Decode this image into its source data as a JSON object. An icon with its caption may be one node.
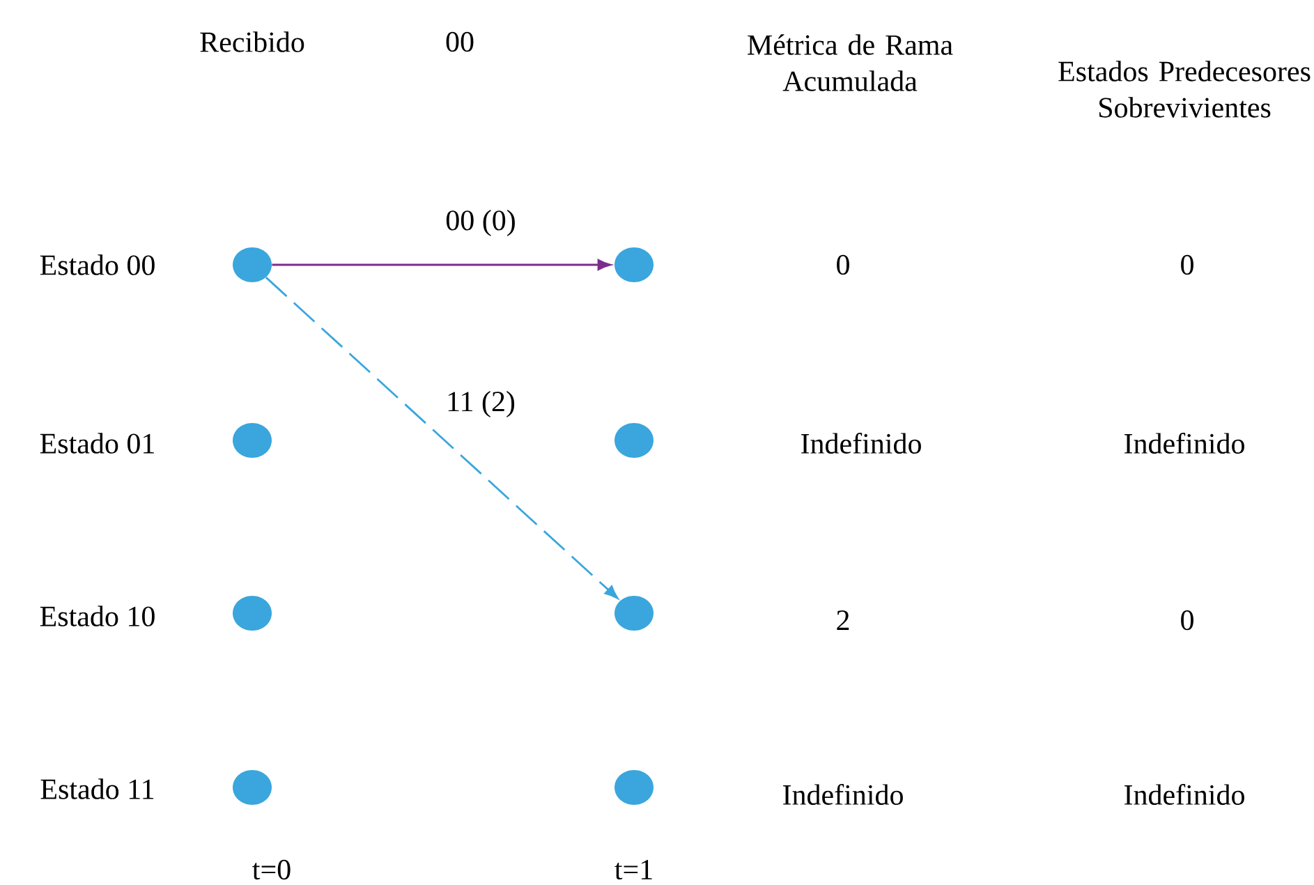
{
  "diagram": {
    "nodes": [
      {
        "text": [],
        "shape": "circle",
        "beside": [
          "Estado 00"
        ]
      },
      {
        "text": [],
        "shape": "circle",
        "beside": [
          "Estado 01"
        ]
      },
      {
        "text": [],
        "shape": "circle",
        "beside": [
          "Estado 10"
        ]
      },
      {
        "text": [],
        "shape": "circle",
        "beside": [
          "Estado 11"
        ]
      },
      {
        "text": [],
        "shape": "circle"
      },
      {
        "text": [],
        "shape": "circle"
      },
      {
        "text": [],
        "shape": "circle"
      },
      {
        "text": [],
        "shape": "circle"
      }
    ],
    "edges": [
      {
        "from": 0,
        "to": 4,
        "arrow": "to",
        "label": "00 (0)",
        "color": "#7b2d8e"
      },
      {
        "from": 0,
        "to": 6,
        "arrow": "to",
        "label": "11 (2)",
        "style": "dashed",
        "color": "#3aa6dd"
      }
    ],
    "labels": [
      "Recibido",
      "00",
      "Métrica de Rama Acumulada",
      "Estados Predecesores Sobrevivientes",
      "0",
      "0",
      "Indefinido",
      "Indefinido",
      "2",
      "0",
      "Indefinido",
      "Indefinido",
      "t=0",
      "t=1"
    ]
  }
}
